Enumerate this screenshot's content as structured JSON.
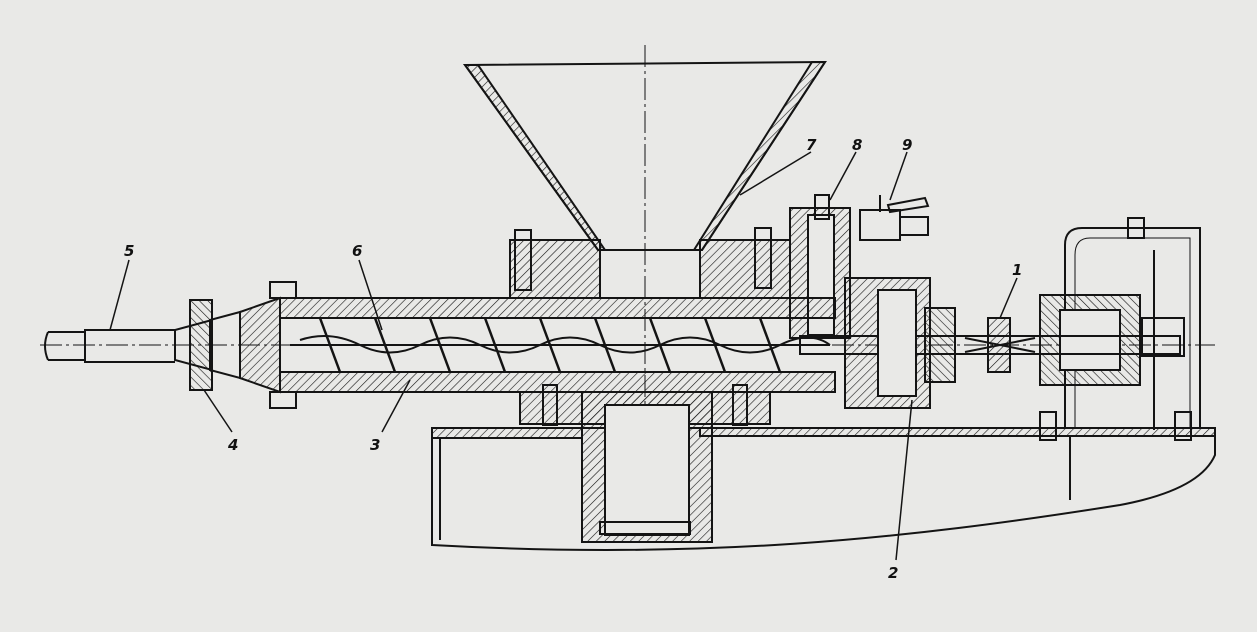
{
  "diagram": {
    "labels": {
      "l1": "1",
      "l2": "2",
      "l3": "3",
      "l4": "4",
      "l5": "5",
      "l6": "6",
      "l7": "7",
      "l8": "8",
      "l9": "9"
    },
    "colors": {
      "ink": "#141414",
      "paper": "#e9e9e7"
    }
  }
}
